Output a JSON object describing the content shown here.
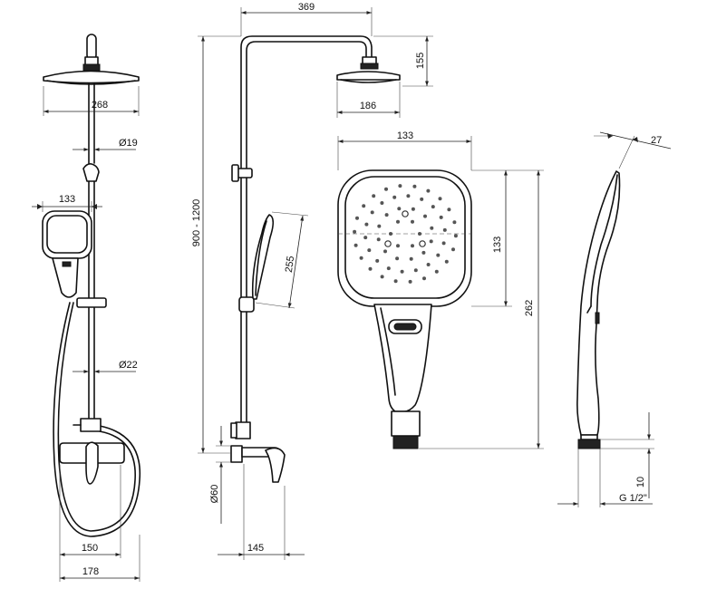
{
  "dimensions": {
    "front_overhead_width": "268",
    "front_pipe_diameter": "Ø19",
    "front_handshower_width": "133",
    "front_rail_diameter": "Ø22",
    "front_mixer_width": "150",
    "front_overall_width": "178",
    "side_arm_reach": "369",
    "side_head_height": "155",
    "side_head_depth": "186",
    "side_height_range": "900 - 1200",
    "side_handshower_length": "255",
    "side_flange_diameter": "Ø60",
    "side_wall_offset": "145",
    "detail_face_width": "133",
    "detail_face_height": "133",
    "detail_total_length": "262",
    "profile_thickness": "27",
    "profile_connector_length": "10",
    "profile_thread": "G 1/2\""
  }
}
